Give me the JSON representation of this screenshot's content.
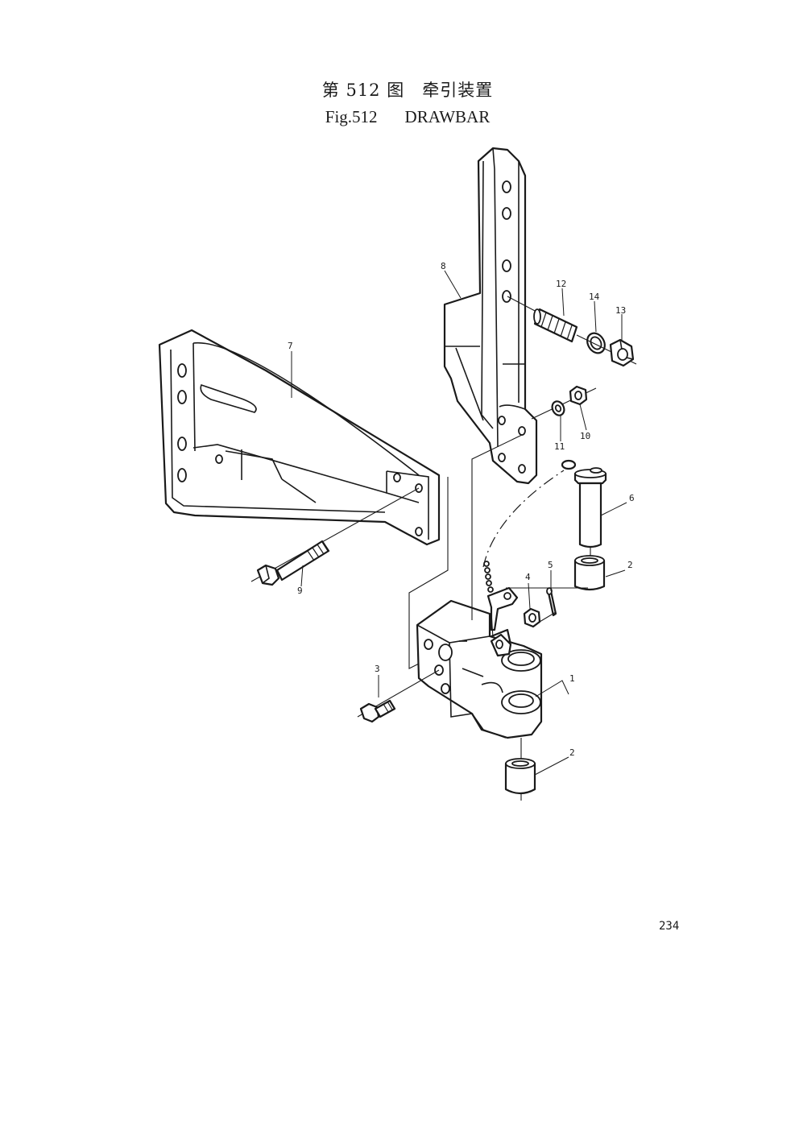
{
  "header": {
    "title_cn": "第 512 图　牵引装置",
    "fig_label": "Fig.512",
    "fig_name": "DRAWBAR"
  },
  "callouts": {
    "c1": "1",
    "c2a": "2",
    "c2b": "2",
    "c3": "3",
    "c4": "4",
    "c5": "5",
    "c6": "6",
    "c7": "7",
    "c8": "8",
    "c9": "9",
    "c10": "10",
    "c11": "11",
    "c12": "12",
    "c13": "13",
    "c14": "14"
  },
  "footer": {
    "page_number": "234"
  }
}
